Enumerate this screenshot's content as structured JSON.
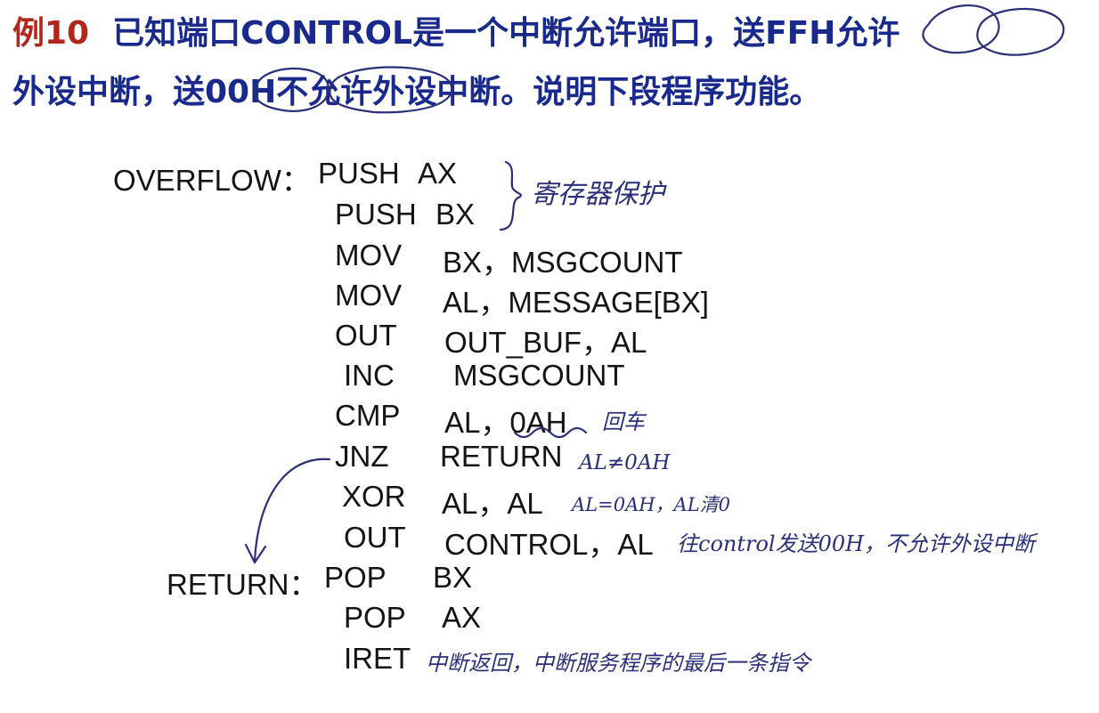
{
  "header": {
    "label": "例10",
    "line1": "已知端口CONTROL是一个中断允许端口，送FFH允许",
    "line2": "外设中断，送00H不允许外设中断。说明下段程序功能。"
  },
  "code": {
    "overflow_label": "OVERFLOW：",
    "return_label": "RETURN：",
    "lines": [
      {
        "op": "PUSH",
        "arg": "AX"
      },
      {
        "op": "PUSH",
        "arg": "BX"
      },
      {
        "op": "MOV",
        "arg": "BX，MSGCOUNT"
      },
      {
        "op": "MOV",
        "arg": "AL，MESSAGE[BX]"
      },
      {
        "op": "OUT",
        "arg": "OUT_BUF，AL"
      },
      {
        "op": "INC",
        "arg": "MSGCOUNT"
      },
      {
        "op": "CMP",
        "arg": "AL，0AH"
      },
      {
        "op": "JNZ",
        "arg": "RETURN"
      },
      {
        "op": "XOR",
        "arg": "AL，AL"
      },
      {
        "op": "OUT",
        "arg": "CONTROL，AL"
      },
      {
        "op": "POP",
        "arg": "BX"
      },
      {
        "op": "POP",
        "arg": "AX"
      },
      {
        "op": "IRET",
        "arg": ""
      }
    ]
  },
  "notes": {
    "protect": "寄存器保护",
    "cr": "回车",
    "jnz": "AL≠0AH",
    "xor": "AL=0AH，AL清0",
    "out": "往control发送00H，不允许外设中断",
    "iret": "中断返回，中断服务程序的最后一条指令"
  },
  "colors": {
    "title": "#1a2a8c",
    "label": "#b0281c",
    "ink": "#2a2f78",
    "code": "#141414"
  }
}
